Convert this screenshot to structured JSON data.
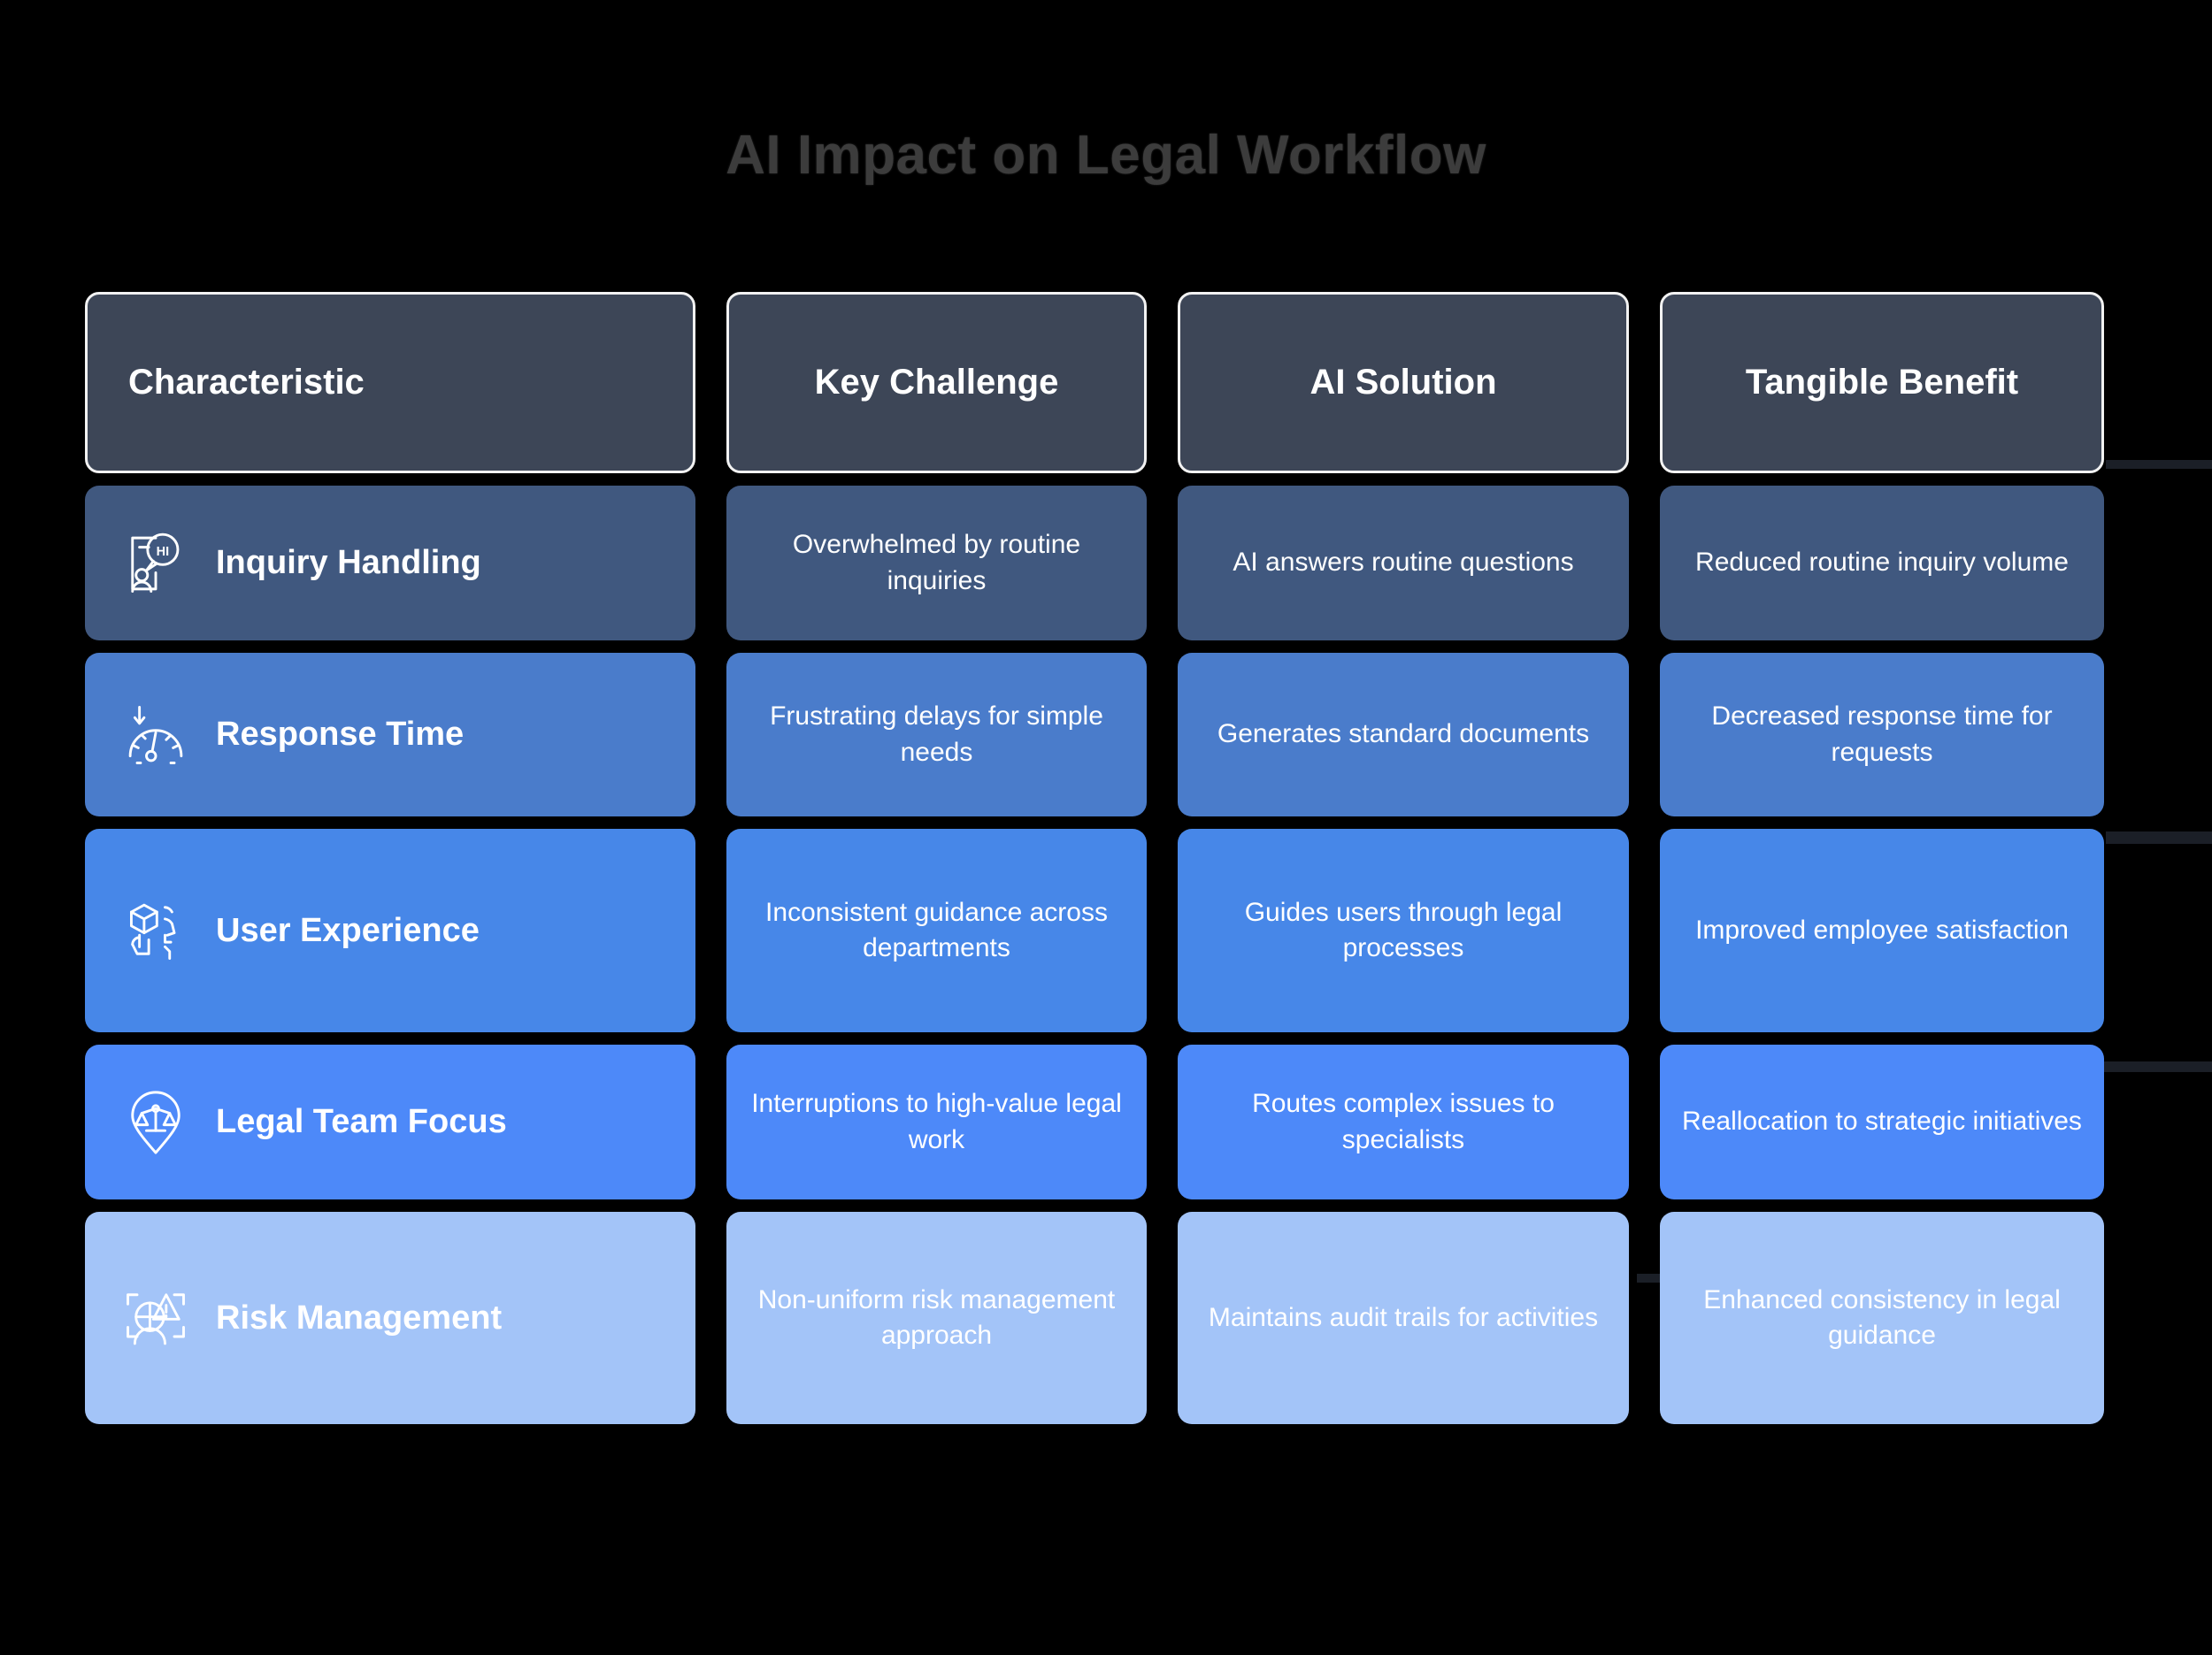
{
  "title": "AI Impact on Legal Workflow",
  "colors": {
    "background": "#000000",
    "title_text": "#3c3c3c",
    "header_bg": "#3d4657",
    "header_border": "#f2f2f2",
    "row1_bg": "#40587f",
    "row2_bg": "#4a7ccb",
    "row3_bg": "#4787e8",
    "row4_bg": "#4d89f9",
    "row5_bg": "#a3c4f8",
    "cell_text": "#ffffff"
  },
  "table": {
    "headers": [
      "Characteristic",
      "Key Challenge",
      "AI Solution",
      "Tangible Benefit"
    ],
    "rows": [
      {
        "icon": "chat-inquiry-icon",
        "characteristic": "Inquiry Handling",
        "key_challenge": "Overwhelmed by routine inquiries",
        "ai_solution": "AI answers routine questions",
        "tangible_benefit": "Reduced routine inquiry volume"
      },
      {
        "icon": "speedometer-gauge-icon",
        "characteristic": "Response Time",
        "key_challenge": "Frustrating delays for simple needs",
        "ai_solution": "Generates standard documents",
        "tangible_benefit": "Decreased response time for requests"
      },
      {
        "icon": "cube-hand-interaction-icon",
        "characteristic": "User Experience",
        "key_challenge": "Inconsistent guidance across departments",
        "ai_solution": "Guides users through legal processes",
        "tangible_benefit": "Improved employee satisfaction"
      },
      {
        "icon": "justice-scales-pin-icon",
        "characteristic": "Legal Team Focus",
        "key_challenge": "Interruptions to high-value legal work",
        "ai_solution": "Routes complex issues to specialists",
        "tangible_benefit": "Reallocation to strategic initiatives"
      },
      {
        "icon": "risk-warning-scan-icon",
        "characteristic": "Risk Management",
        "key_challenge": "Non-uniform risk management approach",
        "ai_solution": "Maintains audit trails for activities",
        "tangible_benefit": "Enhanced consistency in legal guidance"
      }
    ]
  }
}
